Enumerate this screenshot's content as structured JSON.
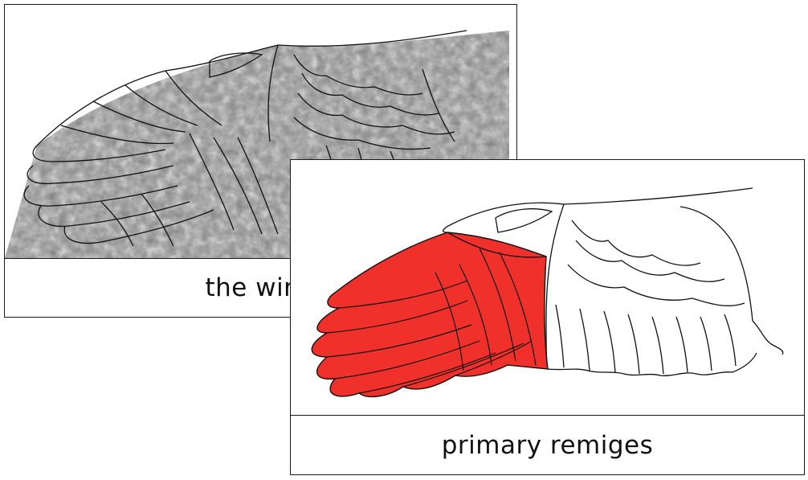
{
  "cards": [
    {
      "label": "the wing",
      "illustration": "wing-icon",
      "fill": "grey-stone-texture",
      "highlight_color": "#9a9a9a"
    },
    {
      "label": "primary remiges",
      "illustration": "wing-icon",
      "fill": "white",
      "highlight_color": "#f0302a",
      "highlighted_part": "primary-feathers"
    }
  ],
  "colors": {
    "outline": "#111111",
    "card_border": "#1a1a1a",
    "background": "#ffffff"
  }
}
